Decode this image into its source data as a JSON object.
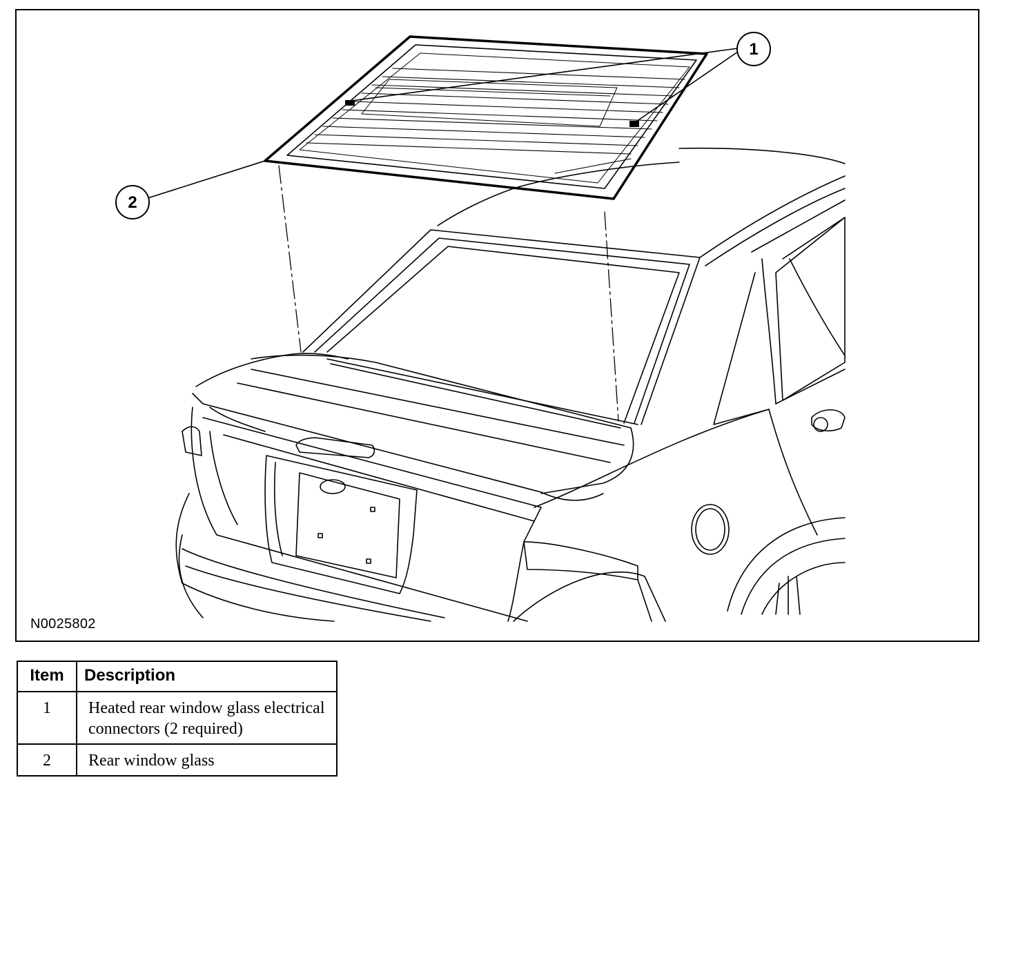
{
  "figure": {
    "id": "N0025802",
    "callouts": [
      {
        "label": "1"
      },
      {
        "label": "2"
      }
    ]
  },
  "legend": {
    "headers": {
      "item": "Item",
      "description": "Description"
    },
    "rows": [
      {
        "item": "1",
        "description": "Heated rear window glass electrical connectors (2 required)"
      },
      {
        "item": "2",
        "description": "Rear window glass"
      }
    ]
  }
}
